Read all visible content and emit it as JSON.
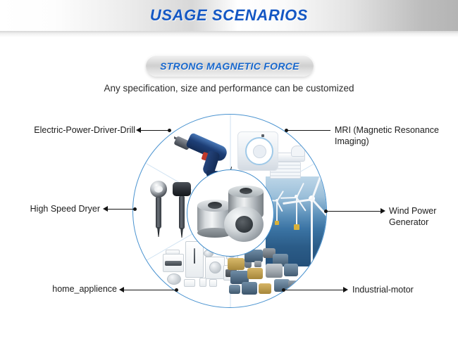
{
  "header": {
    "title": "USAGE SCENARIOS",
    "accent_color": "#1457c4",
    "band_gradient": "white-to-gray"
  },
  "badge": {
    "label": "STRONG MAGNETIC FORCE",
    "text_color": "#1767cd"
  },
  "subtitle": {
    "text": "Any specification, size and performance can be customized"
  },
  "diagram": {
    "center": {
      "name": "pot-magnets",
      "description": "silver cylindrical pot magnets with center holes",
      "ring_color": "#3f8ccb"
    },
    "outer_ring_color": "#4a93d0",
    "callouts": [
      {
        "id": "electric-power-driver-drill",
        "label": "Electric-Power-Driver-Drill",
        "side": "left",
        "position": "top",
        "image": "blue power drill"
      },
      {
        "id": "mri",
        "label": "MRI (Magnetic Resonance\nImaging)",
        "side": "right",
        "position": "top",
        "image": "white MRI scanner"
      },
      {
        "id": "high-speed-dryer",
        "label": "High Speed Dryer",
        "side": "left",
        "position": "middle",
        "image": "two hair dryers"
      },
      {
        "id": "wind-power-generator",
        "label": "Wind Power\nGenerator",
        "side": "right",
        "position": "middle",
        "image": "offshore wind turbines"
      },
      {
        "id": "home-applience",
        "label": "home_applience",
        "side": "left",
        "position": "bottom",
        "image": "white home appliances group"
      },
      {
        "id": "industrial-motor",
        "label": "Industrial-motor",
        "side": "right",
        "position": "bottom",
        "image": "industrial electric motors"
      }
    ]
  }
}
